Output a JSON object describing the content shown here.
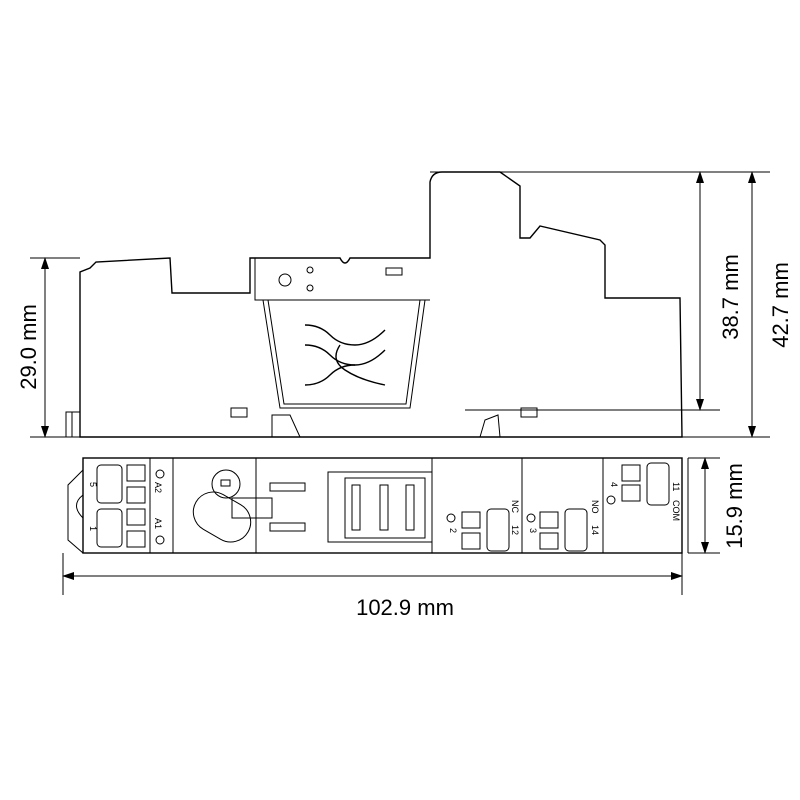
{
  "dimensions": {
    "height_left": "29.0 mm",
    "height_inner": "38.7 mm",
    "height_total": "42.7 mm",
    "depth": "15.9 mm",
    "length": "102.9 mm"
  },
  "terminals": {
    "t5": "5",
    "t1": "1",
    "a2": "A2",
    "a1": "A1",
    "nc": "NC",
    "t12": "12",
    "t2": "2",
    "no": "NO",
    "t14": "14",
    "t3": "3",
    "t4": "4",
    "t11": "11",
    "com": "COM"
  }
}
